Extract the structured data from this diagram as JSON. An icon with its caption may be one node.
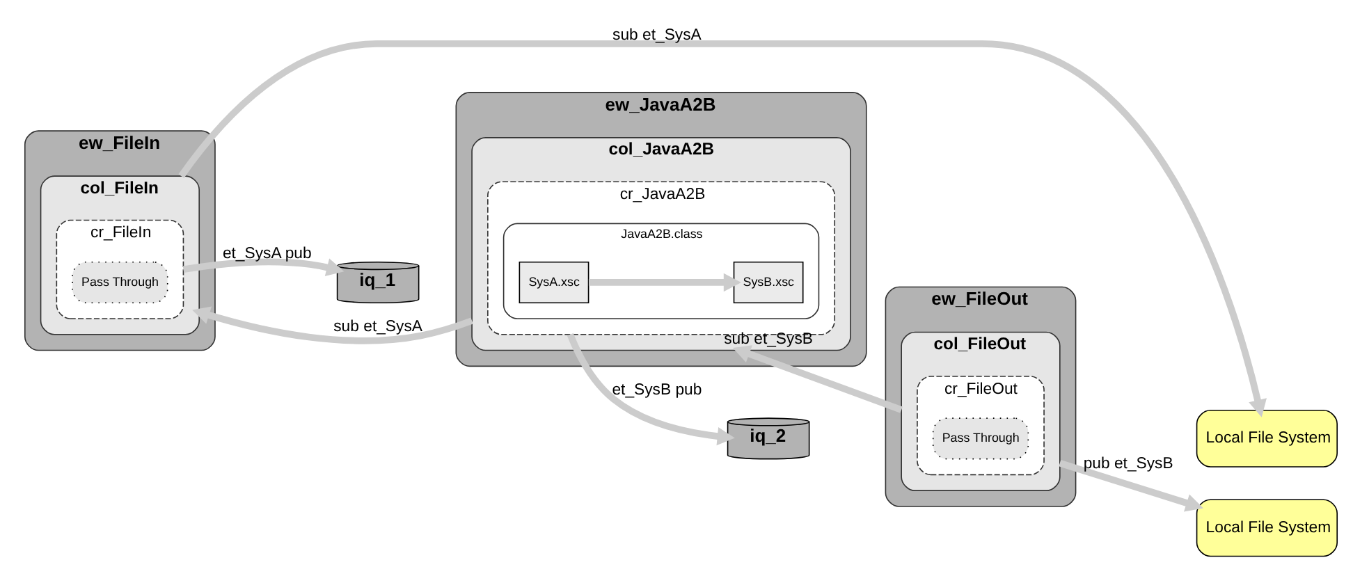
{
  "diagram": {
    "nodes": [
      {
        "text": [
          "ew_FileIn"
        ]
      },
      {
        "text": [
          "col_FileIn"
        ],
        "in": 0
      },
      {
        "text": [
          "cr_FileIn"
        ],
        "in": 1
      },
      {
        "text": [
          "Pass Through"
        ],
        "in": 2
      },
      {
        "text": [
          "iq_1"
        ]
      },
      {
        "text": [
          "ew_JavaA2B"
        ]
      },
      {
        "text": [
          "col_JavaA2B"
        ],
        "in": 5
      },
      {
        "text": [
          "cr_JavaA2B"
        ],
        "in": 6
      },
      {
        "text": [
          "JavaA2B.class"
        ],
        "in": 7
      },
      {
        "text": [
          "SysA.xsc"
        ],
        "in": 8
      },
      {
        "text": [
          "SysB.xsc"
        ],
        "in": 8
      },
      {
        "text": [
          "iq_2"
        ]
      },
      {
        "text": [
          "ew_FileOut"
        ]
      },
      {
        "text": [
          "col_FileOut"
        ],
        "in": 12
      },
      {
        "text": [
          "cr_FileOut"
        ],
        "in": 13
      },
      {
        "text": [
          "Pass Through"
        ],
        "in": 14
      },
      {
        "text": [
          "Local File System"
        ]
      },
      {
        "text": [
          "Local File System"
        ]
      }
    ],
    "edges": [
      {
        "from": 2,
        "to": 4,
        "arrow": "to",
        "label": "et_SysA pub"
      },
      {
        "from": 7,
        "to": 11,
        "arrow": "to",
        "label": "et_SysB pub"
      },
      {
        "from": 6,
        "to": 1,
        "arrow": "to",
        "label": "sub et_SysA"
      },
      {
        "from": 13,
        "to": 6,
        "arrow": "to",
        "label": "sub et_SysB"
      },
      {
        "from": 9,
        "to": 10,
        "arrow": "to"
      },
      {
        "from": 1,
        "to": 16,
        "arrow": "to",
        "label": "sub et_SysA"
      },
      {
        "from": 13,
        "to": 17,
        "arrow": "to",
        "label": "pub et_SysB"
      }
    ]
  }
}
